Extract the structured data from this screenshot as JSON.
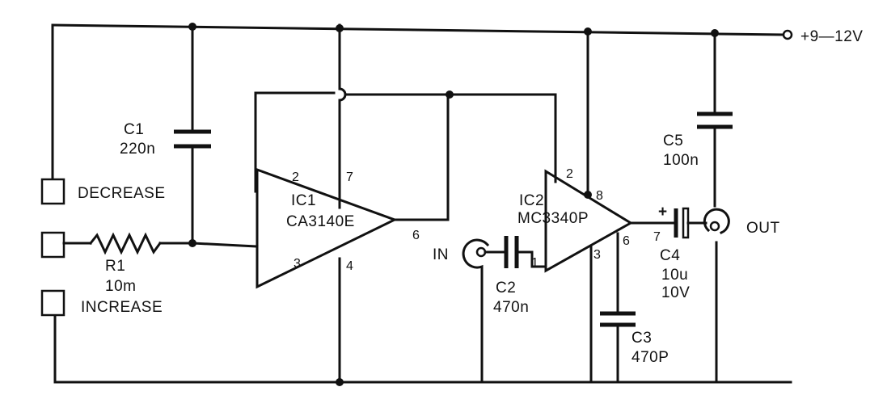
{
  "supply": {
    "label": "+9—12V"
  },
  "pads": {
    "decrease": "DECREASE",
    "increase": "INCREASE"
  },
  "ic1": {
    "name": "IC1",
    "part": "CA3140E",
    "pins": {
      "inv": "2",
      "v_plus": "7",
      "non_inv": "3",
      "v_minus": "4",
      "out": "6"
    }
  },
  "ic2": {
    "name": "IC2",
    "part": "MC3340P",
    "pins": {
      "ctrl": "2",
      "v_plus": "8",
      "in": "1",
      "gnd": "3",
      "roll": "6",
      "out": "7"
    }
  },
  "c1": {
    "name": "C1",
    "value": "220n"
  },
  "r1": {
    "name": "R1",
    "value": "10m"
  },
  "c2": {
    "name": "C2",
    "value": "470n"
  },
  "c3": {
    "name": "C3",
    "value": "470P"
  },
  "c4": {
    "name": "C4",
    "value": "10u",
    "voltage": "10V",
    "polarity": "+"
  },
  "c5": {
    "name": "C5",
    "value": "100n"
  },
  "io": {
    "in": "IN",
    "out": "OUT"
  }
}
